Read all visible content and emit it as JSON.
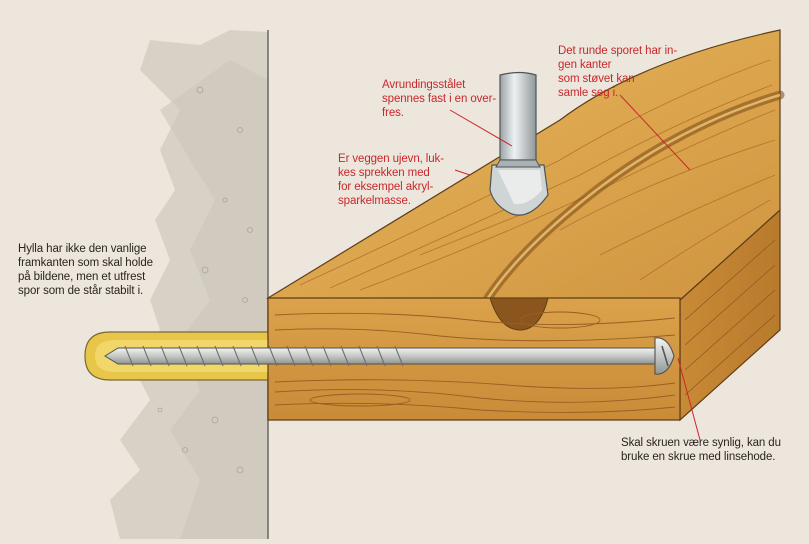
{
  "annotations": {
    "shelf_note": "Hylla har ikke den vanlige\nframkanten som skal holde\npå bildene, men et utfrest\nspor som de står stabilt i.",
    "router_bit_note": "Avrundingsstålet\nspennes fast i en over-\nfres.",
    "uneven_wall_note": "Er veggen ujevn, luk-\nkes sprekken med\nfor eksempel akryl-\nsparkelmasse.",
    "groove_note": "Det runde sporet har in-\ngen kanter\nsom støvet kan\nsamle seg i.",
    "screw_note": "Skal skruen være synlig, kan du\nbruke en skrue med linsehode."
  },
  "colors": {
    "background": "#ede6dc",
    "wall": "#d6d0c4",
    "wood": "#d9a24a",
    "wood_grain": "#a8682a",
    "screw": "#c9ccc9",
    "plug": "#e8c64a",
    "annotation_red": "#c8282c",
    "leader_line": "#c8282c"
  },
  "icons": {
    "router_bit": "router-bit-icon",
    "screw": "screw-icon",
    "wall_plug": "wall-plug-icon"
  }
}
